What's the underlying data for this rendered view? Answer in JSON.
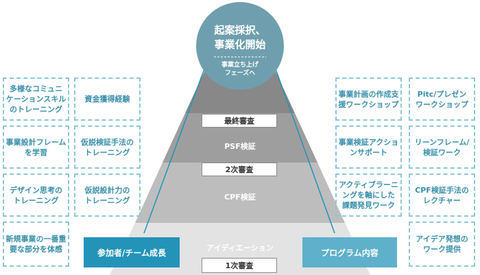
{
  "goal": {
    "title": "起案採択、\n事業化開始",
    "sub": "事業立ち上げ\nフェーズへ"
  },
  "gates": {
    "final": "最終審査",
    "second": "2次審査",
    "first": "1次審査"
  },
  "stages": {
    "psf": "PSF検証",
    "cpf": "CPF検証",
    "idea": "アイディエーション"
  },
  "left": {
    "header": "参加者/チーム成長",
    "items": [
      "多様なコミュニ\nケーションスキル\nのトレーニング",
      "資金獲得経験",
      "事業設計フレーム\nを学習",
      "仮説検証手法の\nトレーニング",
      "デザイン思考の\nトレーニング",
      "仮説設計力の\nトレーニング",
      "新規事業の一番重\n要な部分を体感"
    ]
  },
  "right": {
    "header": "プログラム内容",
    "items": [
      "事業計画の作成支\n援ワークショップ",
      "Pitc/プレゼン\nワークショップ",
      "事業検証アクショ\nンサポート",
      "リーンフレーム/\n検証ワーク",
      "アクティブラーニ\nングを軸にした\n課題発見ワーク",
      "CPF検証手法の\nレクチャー",
      "アイデア発想の\nワーク提供"
    ]
  },
  "colors": {
    "accent": "#2393b8",
    "circle": "#6f9fae",
    "dashed": "#8cc7d9"
  }
}
